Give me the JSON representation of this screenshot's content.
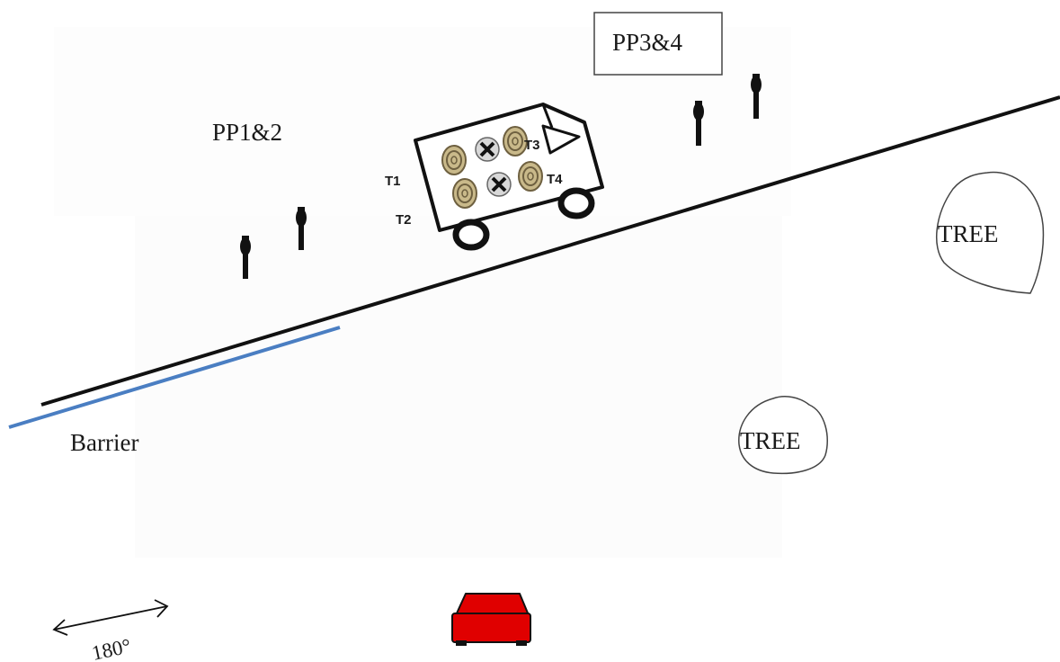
{
  "labels": {
    "pp12": "PP1&2",
    "pp34": "PP3&4",
    "barrier": "Barrier",
    "tree1": "TREE",
    "tree2": "TREE",
    "t1": "T1",
    "t2": "T2",
    "t3": "T3",
    "t4": "T4",
    "angle": "180°"
  },
  "colors": {
    "road": "#111111",
    "barrier": "#4a7ec2",
    "car": "#e00000",
    "target": "#c9b98a",
    "target_ring": "#8a7a4c",
    "figure": "#111111"
  },
  "icons": {
    "car": "car-icon",
    "van": "van-icon",
    "person": "person-icon",
    "tree": "tree-icon",
    "arrow": "double-arrow-icon"
  }
}
